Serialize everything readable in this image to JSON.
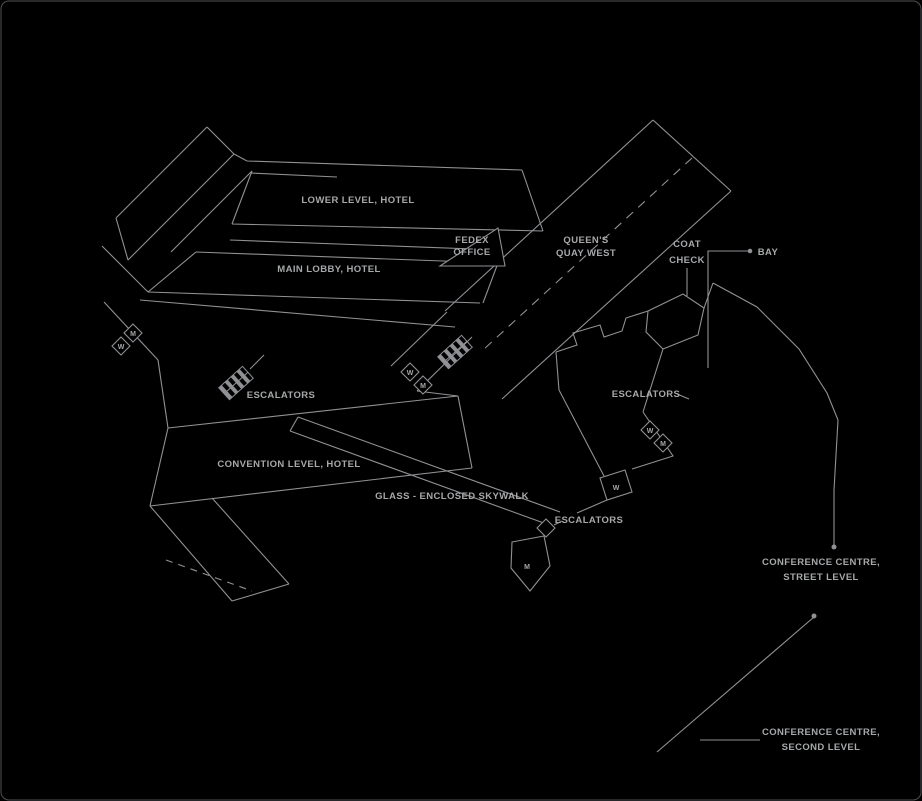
{
  "page": {
    "background": "#000000"
  },
  "palette": {
    "line": "#8f9194",
    "text": "#a6a8aa",
    "frame": "#4d4f52"
  },
  "labels": {
    "lower_level_hotel": "LOWER LEVEL, HOTEL",
    "main_lobby_hotel": "MAIN LOBBY, HOTEL",
    "fedex_office": [
      "FEDEX",
      "OFFICE"
    ],
    "queens_quay_west": [
      "QUEEN'S",
      "QUAY WEST"
    ],
    "coat_check": [
      "COAT",
      "CHECK"
    ],
    "bay": "BAY",
    "escalators_hotel": "ESCALATORS",
    "escalators_conference": "ESCALATORS",
    "escalators_skywalk": "ESCALATORS",
    "convention_level_hotel": "CONVENTION LEVEL, HOTEL",
    "skywalk": "GLASS - ENCLOSED SKYWALK",
    "conference_centre_street": [
      "CONFERENCE CENTRE,",
      "STREET LEVEL"
    ],
    "conference_centre_second": [
      "CONFERENCE CENTRE,",
      "SECOND LEVEL"
    ],
    "washroom_women": "W",
    "washroom_men": "M"
  }
}
